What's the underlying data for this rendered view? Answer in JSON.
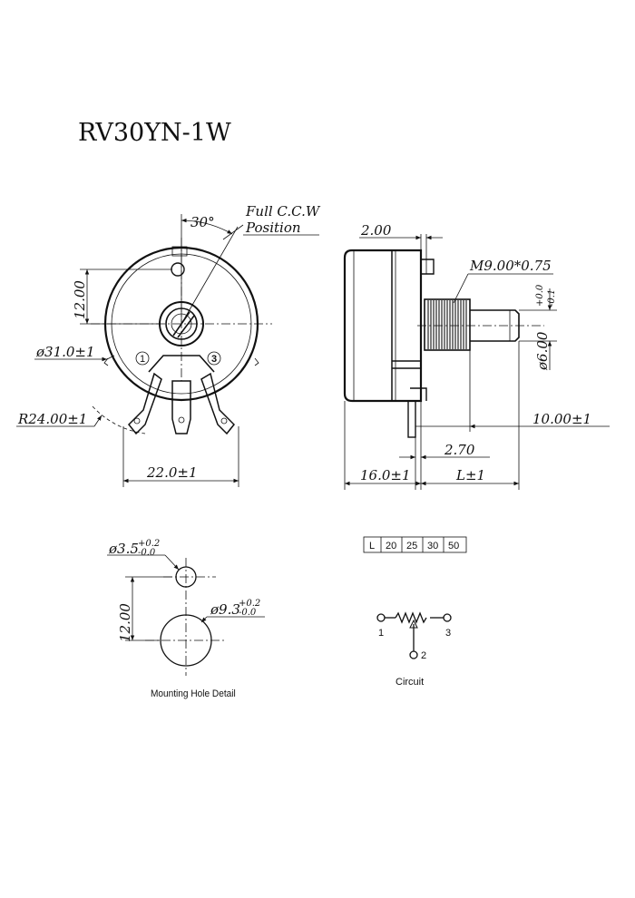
{
  "title": "RV30YN-1W",
  "front_view": {
    "angle": "30°",
    "note_line1": "Full C.C.W",
    "note_line2": "Position",
    "dim_height": "12.00",
    "dim_diameter": "ø31.0±1",
    "dim_radius": "R24.00±1",
    "dim_width": "22.0±1",
    "terminal_1": "1",
    "terminal_3": "3"
  },
  "side_view": {
    "dim_flange": "2.00",
    "dim_thread": "M9.00*0.75",
    "dim_shaft_dia": "ø6.00",
    "tol_plus": "+0.0",
    "tol_minus": "-0.1",
    "dim_shaft_len": "10.00±1",
    "dim_term": "2.70",
    "dim_body": "16.0±1",
    "dim_L": "L±1"
  },
  "length_table": {
    "header": "L",
    "values": [
      "20",
      "25",
      "30",
      "50"
    ]
  },
  "mounting": {
    "small_hole": "ø3.5",
    "small_plus": "+0.2",
    "small_minus": "-0.0",
    "spacing": "12.00",
    "big_hole": "ø9.3",
    "big_plus": "+0.2",
    "big_minus": "-0.0",
    "caption": "Mounting Hole Detail"
  },
  "circuit": {
    "pin1": "1",
    "pin2": "2",
    "pin3": "3",
    "caption": "Circuit"
  }
}
